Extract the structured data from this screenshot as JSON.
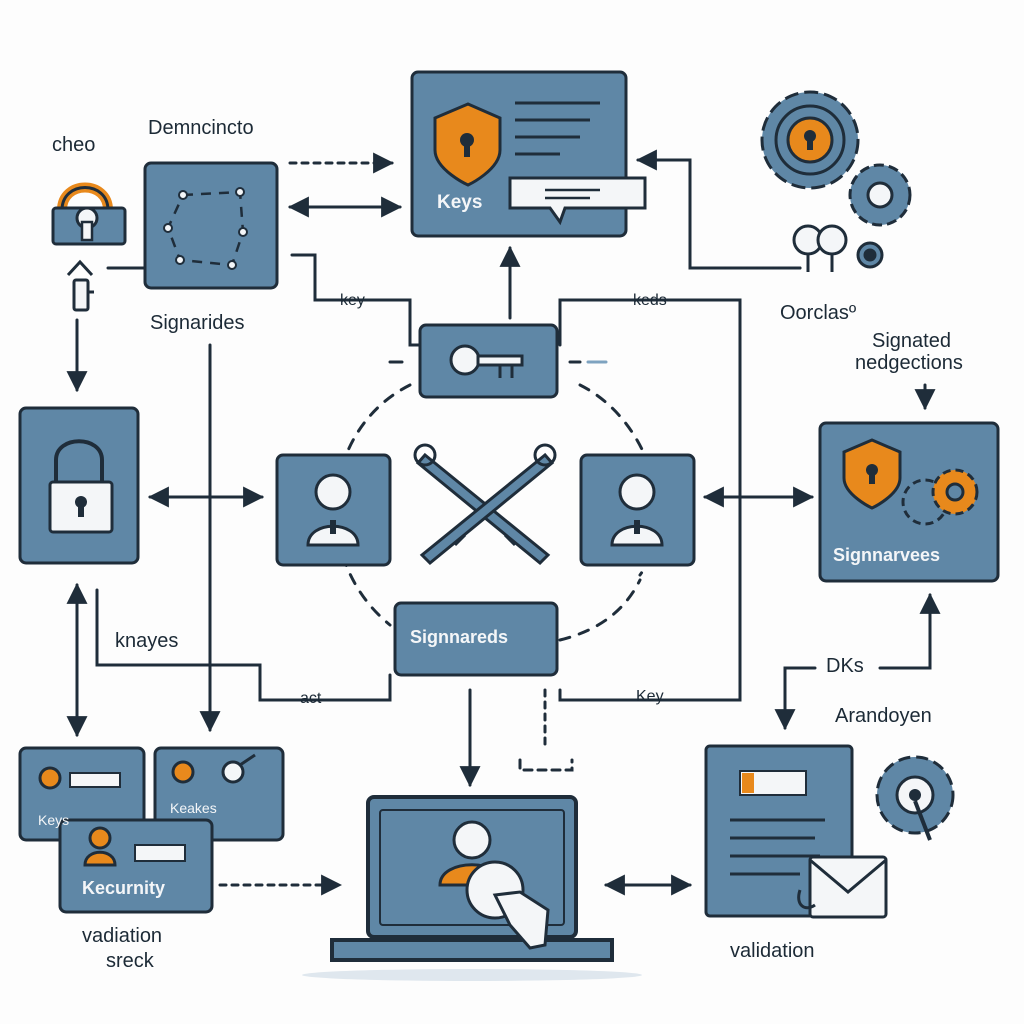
{
  "colors": {
    "box_fill": "#5f87a6",
    "box_stroke": "#1f2d3a",
    "accent_orange": "#e8891c",
    "line": "#1f2d3a",
    "icon_white": "#f4f6f8",
    "background": "#fdfdfd"
  },
  "labels": {
    "top_left_small": "cheo",
    "top_left_title": "Demncincto",
    "keys_box": "Keys",
    "signarides": "Signarides",
    "key_flow_left": "key",
    "key_flow_right": "keds",
    "oorclas": "Oorclasº",
    "signated_1": "Signated",
    "signated_2": "nedgections",
    "signarveses": "Signnarvees",
    "knayes": "knayes",
    "signnareds": "Signnareds",
    "act": "act",
    "key_bottom": "Key",
    "dks": "DKs",
    "arandyen": "Arandoyen",
    "kecurnity": "Kecurnity",
    "keys_card_1": "Keys",
    "keys_card_2": "Keakes",
    "validation_sreck_1": "vadiation",
    "validation_sreck_2": "sreck",
    "validation": "validation"
  },
  "icons": [
    "padlock-icon",
    "key-icon",
    "shield-keyhole-icon",
    "gear-icon",
    "user-icon",
    "crossed-keys-icon",
    "laptop-icon",
    "document-icon",
    "envelope-icon",
    "hand-pointer-icon"
  ]
}
